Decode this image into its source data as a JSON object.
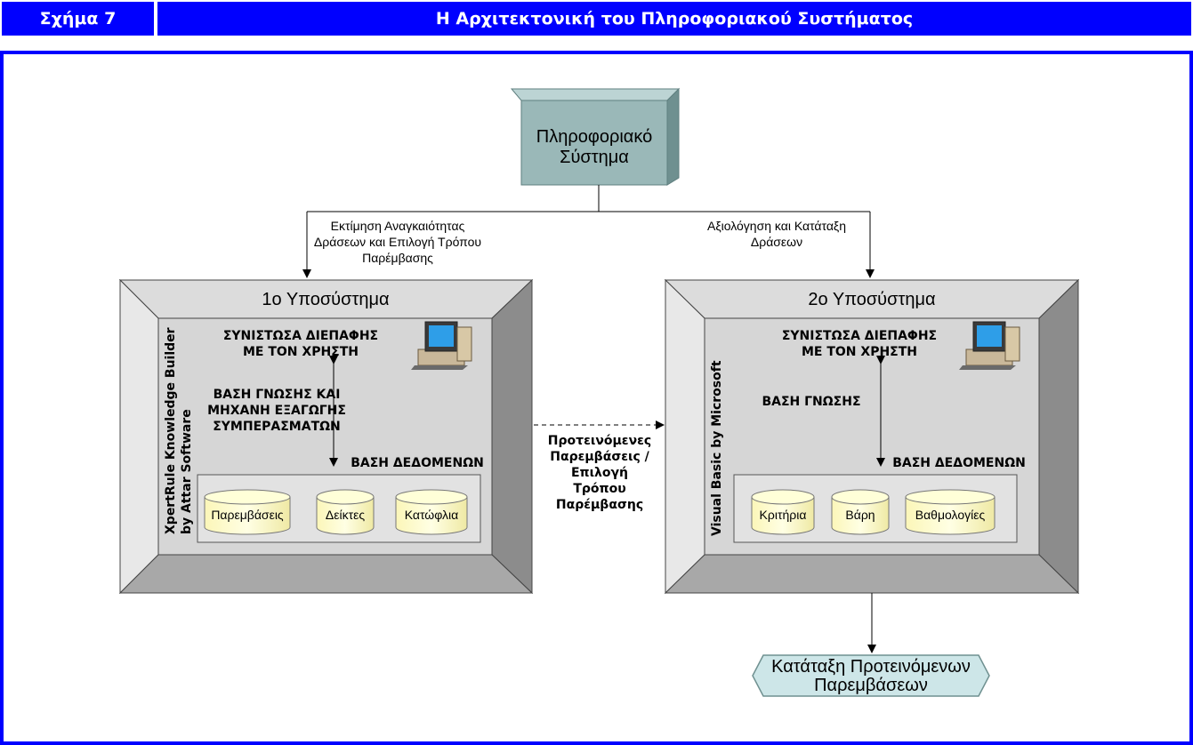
{
  "header": {
    "figure_label": "Σχήμα 7",
    "title": "Η Αρχιτεκτονική του Πληροφοριακού Συστήματος"
  },
  "diagram": {
    "top_box": {
      "line1": "Πληροφοριακό",
      "line2": "Σύστημα"
    },
    "left_edge_label": {
      "line1": "Εκτίμηση Αναγκαιότητας",
      "line2": "Δράσεων και Επιλογή Τρόπου",
      "line3": "Παρέμβασης"
    },
    "right_edge_label": {
      "line1": "Αξιολόγηση και Κατάταξη",
      "line2": "Δράσεων"
    },
    "subsystem1": {
      "title": "1ο Υποσύστημα",
      "vertical_label": {
        "line1": "XpertRule Knowledge Builder",
        "line2": "by Attar Software"
      },
      "ui_component": {
        "line1": "ΣΥΝΙΣΤΩΣΑ ΔΙΕΠΑΦΗΣ",
        "line2": "ΜΕ ΤΟΝ ΧΡΗΣΤΗ"
      },
      "knowledge": {
        "line1": "ΒΑΣΗ ΓΝΩΣΗΣ ΚΑΙ",
        "line2": "ΜΗΧΑΝΗ ΕΞΑΓΩΓΗΣ",
        "line3": "ΣΥΜΠΕΡΑΣΜΑΤΩΝ"
      },
      "database": "ΒΑΣΗ ΔΕΔΟΜΕΝΩΝ",
      "cylinders": [
        "Παρεμβάσεις",
        "Δείκτες",
        "Κατώφλια"
      ]
    },
    "subsystem2": {
      "title": "2ο Υποσύστημα",
      "vertical_label": "Visual Basic by Microsoft",
      "ui_component": {
        "line1": "ΣΥΝΙΣΤΩΣΑ ΔΙΕΠΑΦΗΣ",
        "line2": "ΜΕ ΤΟΝ ΧΡΗΣΤΗ"
      },
      "knowledge": "ΒΑΣΗ ΓΝΩΣΗΣ",
      "database": "ΒΑΣΗ ΔΕΔΟΜΕΝΩΝ",
      "cylinders": [
        "Κριτήρια",
        "Βάρη",
        "Βαθμολογίες"
      ]
    },
    "middle_label": {
      "line1": "Προτεινόμενες",
      "line2": "Παρεμβάσεις /",
      "line3": "Επιλογή",
      "line4": "Τρόπου",
      "line5": "Παρέμβασης"
    },
    "output_box": {
      "line1": "Κατάταξη Προτεινόμενων",
      "line2": "Παρεμβάσεων"
    },
    "colors": {
      "header_blue": "#0000ff",
      "box_teal": "#9ab8b8",
      "box_light_teal": "#cde6e8",
      "cylinder_yellow": "#ffffcc",
      "panel_gray": "#d4d4d4"
    }
  }
}
